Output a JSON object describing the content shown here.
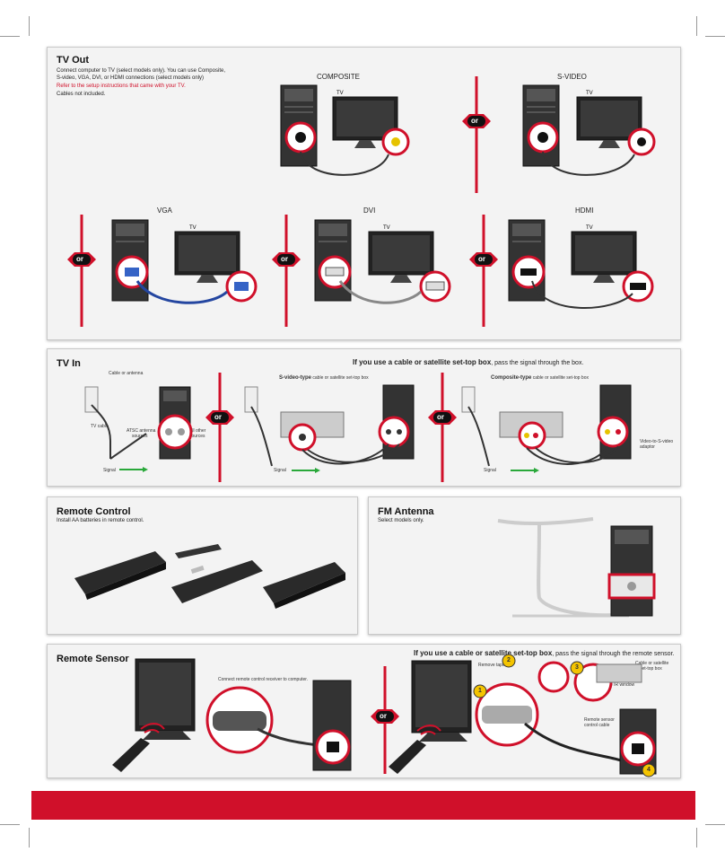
{
  "tv_out": {
    "title": "TV Out",
    "desc_line1": "Connect computer to TV (select models only). You can use Composite,",
    "desc_line2": "S-video, VGA, DVI, or HDMI connections (select models only)",
    "warning": "Refer to the setup instructions that came with your TV.",
    "cables_note": "Cables not included.",
    "labels": {
      "composite": "COMPOSITE",
      "svideo": "S-VIDEO",
      "vga": "VGA",
      "dvi": "DVI",
      "hdmi": "HDMI",
      "tv": "TV"
    },
    "or": "or"
  },
  "tv_in": {
    "title": "TV In",
    "heading_bold": "If you use a cable or satellite set-top box",
    "heading_rest": ", pass the signal through the box.",
    "cable_or_antenna": "Cable or antenna",
    "tv_cable": "TV cable",
    "atsc_line1": "ATSC antenna",
    "atsc_line2": "sources",
    "all_other_line1": "All other",
    "all_other_line2": "sources",
    "signal": "Signal",
    "svideo_type_bold": "S-video-type",
    "svideo_type_rest": " cable or satellite set-top box",
    "composite_type_bold": "Composite-type",
    "composite_type_rest": " cable or satellite set-top box",
    "adaptor_line1": "Video-to-S-video",
    "adaptor_line2": "adaptor"
  },
  "remote_control": {
    "title": "Remote Control",
    "desc": "Install AA batteries in remote control."
  },
  "fm_antenna": {
    "title": "FM Antenna",
    "desc": "Select models only."
  },
  "remote_sensor": {
    "title": "Remote Sensor",
    "heading_bold": "If you use a cable or satellite set-top box",
    "heading_rest": ", pass the signal through the remote sensor.",
    "connect_text": "Connect remote control receiver to computer.",
    "remove_tape": "Remove tape",
    "cable_box_line1": "Cable or satellite",
    "cable_box_line2": "set-top box",
    "adhere": "Adhere to IR window",
    "sensor_cable_line1": "Remote sensor",
    "sensor_cable_line2": "control cable",
    "steps": [
      "1",
      "2",
      "3",
      "4"
    ]
  },
  "colors": {
    "accent_red": "#d0102a",
    "panel_bg": "#f3f3f3"
  }
}
